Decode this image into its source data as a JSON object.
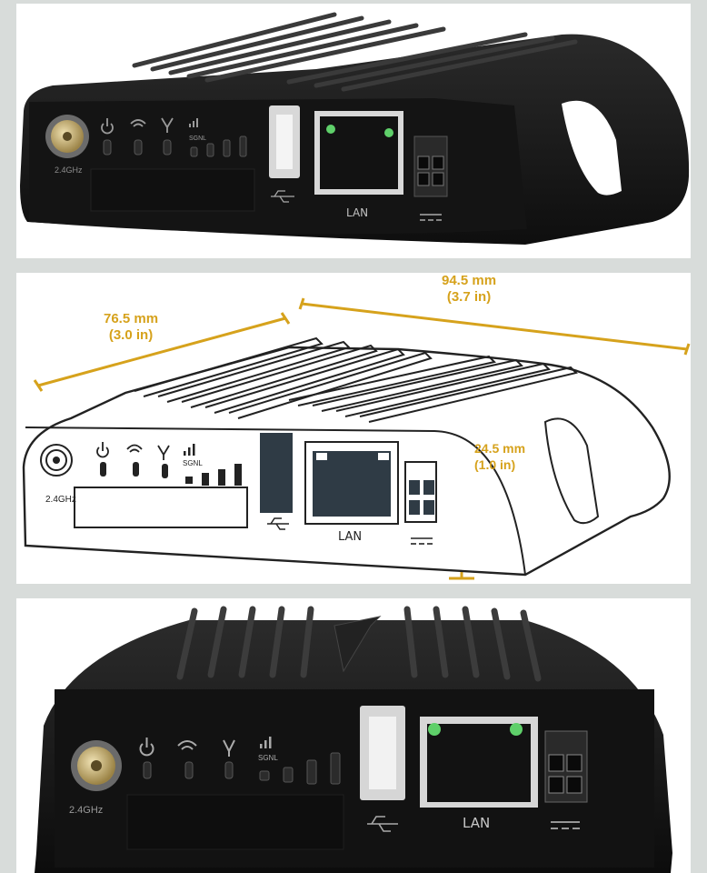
{
  "device": {
    "freq_label": "2.4GHz",
    "signal_label": "SGNL",
    "lan_label": "LAN"
  },
  "dimensions": {
    "length": {
      "metric": "94.5 mm",
      "imperial": "(3.7 in)"
    },
    "width": {
      "metric": "76.5 mm",
      "imperial": "(3.0 in)"
    },
    "height": {
      "metric": "24.5 mm",
      "imperial": "(1.0 in)"
    }
  },
  "colors": {
    "dimension_accent": "#d6a21c",
    "device_body": "#1b1b1b",
    "led_green": "#5fd06a",
    "antenna_gold": "#c9ae6a"
  }
}
